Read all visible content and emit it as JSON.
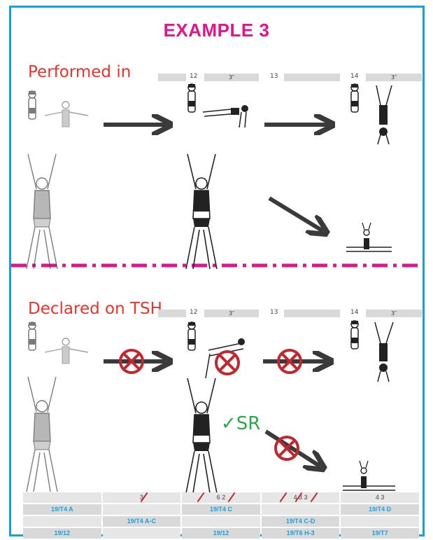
{
  "title": "EXAMPLE 3",
  "top_label": "Performed in",
  "bottom_label": "Declared on TSH",
  "sr_label": "✓SR",
  "skill_headers": {
    "top": [
      {
        "num": "12",
        "time": "3″"
      },
      {
        "num": "13",
        "time": ""
      },
      {
        "num": "14",
        "time": "3″"
      }
    ],
    "bottom": [
      {
        "num": "12",
        "time": "3″"
      },
      {
        "num": "13",
        "time": ""
      },
      {
        "num": "14",
        "time": "3″"
      }
    ]
  },
  "table": {
    "score_row": [
      "",
      "3",
      "6   2",
      "4   3   3",
      "4   3"
    ],
    "row1": [
      "19/T4 A",
      "",
      "19/T4 C",
      "",
      "19/T4 D"
    ],
    "row2": [
      "",
      "19/T4 A-C",
      "",
      "19/T4 C-D",
      ""
    ],
    "row3": [
      "19/12",
      "",
      "19/12",
      "19/T6 H-3",
      "19/T7"
    ]
  },
  "colors": {
    "frame": "#1aa0e0",
    "title": "#e0148c",
    "label": "#e8342a",
    "cross": "#c0282f",
    "check": "#2aa84a",
    "arrow": "#3a3a3a"
  }
}
